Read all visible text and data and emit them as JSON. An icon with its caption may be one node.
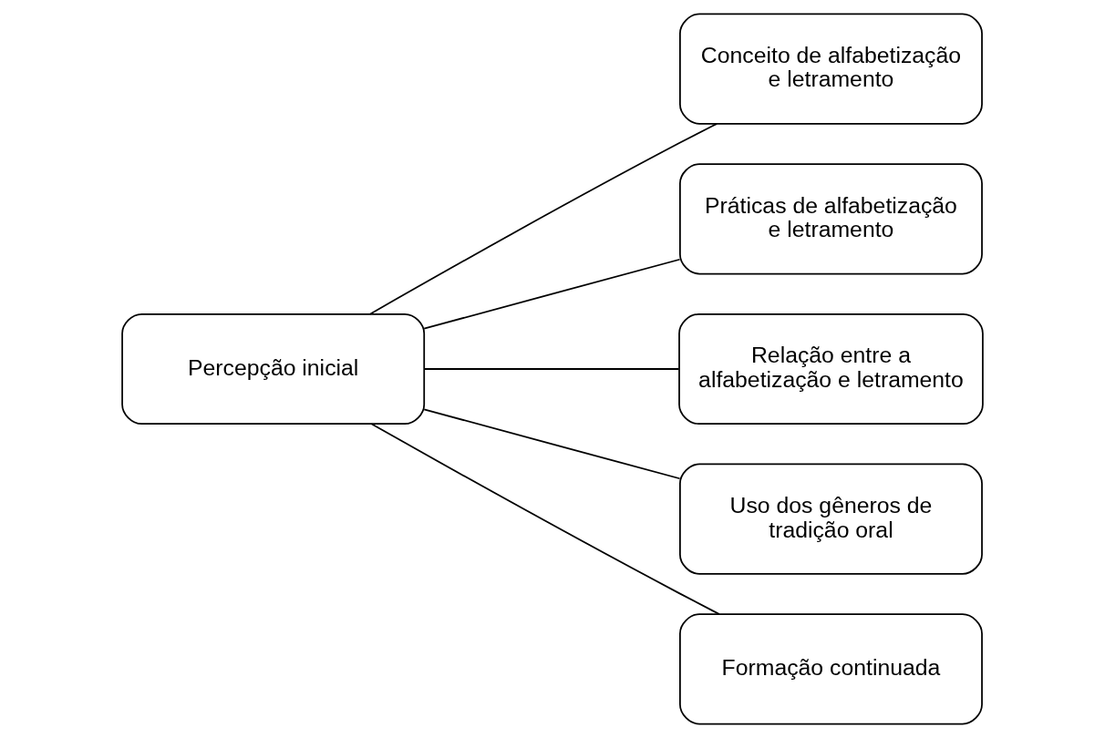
{
  "diagram": {
    "nodes": [
      {
        "text": [
          "Percepção inicial"
        ]
      },
      {
        "text": [
          "Conceito de alfabetização e letramento"
        ]
      },
      {
        "text": [
          "Práticas de alfabetização e letramento"
        ]
      },
      {
        "text": [
          "Relação entre a alfabetização e letramento"
        ]
      },
      {
        "text": [
          "Uso dos gêneros de tradição oral"
        ]
      },
      {
        "text": [
          "Formação continuada"
        ]
      }
    ],
    "edges": [
      {
        "from": 0,
        "to": 1,
        "arrow": "none"
      },
      {
        "from": 0,
        "to": 2,
        "arrow": "none"
      },
      {
        "from": 0,
        "to": 3,
        "arrow": "none"
      },
      {
        "from": 0,
        "to": 4,
        "arrow": "none"
      },
      {
        "from": 0,
        "to": 5,
        "arrow": "none"
      }
    ]
  }
}
